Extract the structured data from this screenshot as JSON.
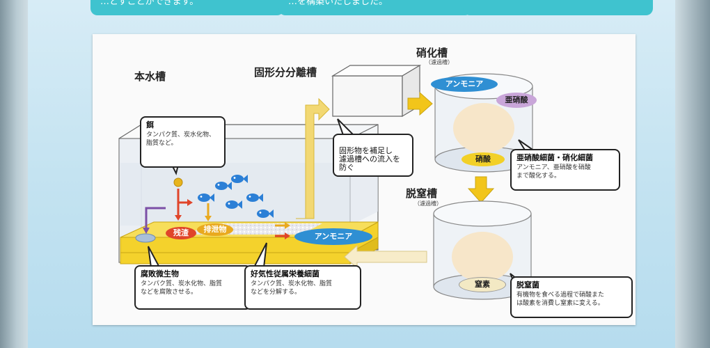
{
  "top_cards": [
    {
      "text": "…とすことができます。"
    },
    {
      "text": "…を構築いたしました。"
    },
    {
      "text": ""
    }
  ],
  "labels": {
    "main_tank": "本水槽",
    "separator": "固形分分離槽",
    "nitrification": "硝化槽",
    "nitrification_sub": "（濾過槽）",
    "denitrification": "脱窒槽",
    "denitrification_sub": "（濾過槽）"
  },
  "pills": {
    "residue": "残渣",
    "excrement": "排泄物",
    "ammonia_main": "アンモニア",
    "ammonia_nitri": "アンモニア",
    "nitrite": "亜硝酸",
    "nitrate": "硝酸",
    "nitrogen": "窒素"
  },
  "callouts": {
    "feed": {
      "title": "餌",
      "body": "タンパク質、炭水化物、\n脂質など。"
    },
    "solids": {
      "title": "固形物を補足し\n濾過槽への流入を\n防ぐ",
      "body": ""
    },
    "nitrifying": {
      "title": "亜硝酸細菌・硝化細菌",
      "body": "アンモニア、亜硝酸を硝酸\nまで酸化する。"
    },
    "decomposer": {
      "title": "腐敗微生物",
      "body": "タンパク質、炭水化物、脂質\nなどを腐敗させる。"
    },
    "aerobic": {
      "title": "好気性従属栄養細菌",
      "body": "タンパク質、炭水化物、脂質\nなどを分解する。"
    },
    "denitrifying": {
      "title": "脱窒菌",
      "body": "有機物を食べる過程で硝酸また\nは酸素を消費し窒素に変える。"
    }
  },
  "colors": {
    "arrow_yellow": "#f2c51a",
    "sand": "#f4d22c",
    "pill_blue": "#2f8fd3",
    "pill_red": "#e0452a",
    "pill_orange": "#e9a91e",
    "pill_purple": "#c9a6d9",
    "pill_yellow": "#f2d027",
    "fish_blue": "#2b7fd6",
    "arrow_purple": "#7b4fa6"
  }
}
